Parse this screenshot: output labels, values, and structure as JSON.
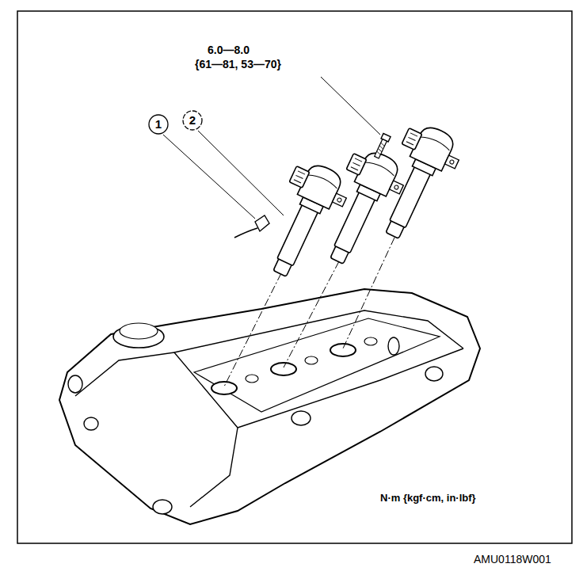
{
  "diagram": {
    "labels": [
      "6.0—8.0",
      "{61—81, 53—70}",
      "1",
      "2",
      "N·m {kgf·cm, in·lbf}",
      "AMU0118W001"
    ]
  }
}
